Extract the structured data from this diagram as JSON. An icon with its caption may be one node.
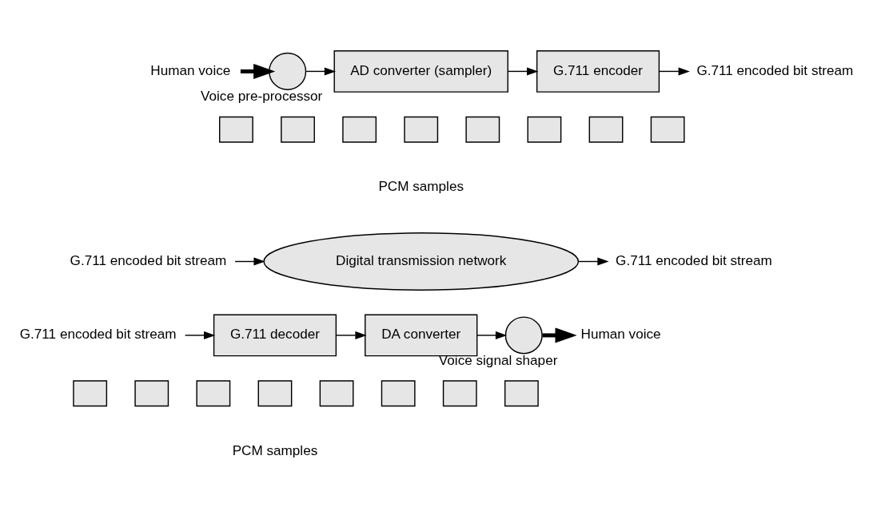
{
  "diagram": {
    "nodes": [
      {
        "text": [
          "Human voice"
        ]
      },
      {
        "text": [],
        "shape": "circle",
        "beside": [
          "Voice pre-processor"
        ]
      },
      {
        "text": [
          "AD converter (sampler)"
        ]
      },
      {
        "text": [
          "G.711 encoder"
        ]
      },
      {
        "text": [
          "G.711 encoded bit stream"
        ]
      },
      {
        "text": [],
        "shape": "box"
      },
      {
        "text": [],
        "shape": "box"
      },
      {
        "text": [],
        "shape": "box"
      },
      {
        "text": [],
        "shape": "box"
      },
      {
        "text": [],
        "shape": "box"
      },
      {
        "text": [],
        "shape": "box"
      },
      {
        "text": [],
        "shape": "box"
      },
      {
        "text": [],
        "shape": "box"
      },
      {
        "text": [
          "G.711 encoded bit stream"
        ]
      },
      {
        "text": [
          "Digital transmission network"
        ]
      },
      {
        "text": [
          "G.711 encoded bit stream"
        ]
      },
      {
        "text": [
          "G.711 encoded bit stream"
        ]
      },
      {
        "text": [
          "G.711 decoder"
        ]
      },
      {
        "text": [
          "DA converter"
        ]
      },
      {
        "text": [],
        "shape": "circle",
        "beside": [
          "Voice signal shaper"
        ]
      },
      {
        "text": [
          "Human voice"
        ]
      },
      {
        "text": [],
        "shape": "box"
      },
      {
        "text": [],
        "shape": "box"
      },
      {
        "text": [],
        "shape": "box"
      },
      {
        "text": [],
        "shape": "box"
      },
      {
        "text": [],
        "shape": "box"
      },
      {
        "text": [],
        "shape": "box"
      },
      {
        "text": [],
        "shape": "box"
      },
      {
        "text": [],
        "shape": "box"
      }
    ],
    "edges": [
      {
        "from": 0,
        "to": 1,
        "arrow": "to",
        "style": "thick"
      },
      {
        "from": 1,
        "to": 2,
        "arrow": "to"
      },
      {
        "from": 2,
        "to": 3,
        "arrow": "to"
      },
      {
        "from": 3,
        "to": 4,
        "arrow": "to"
      },
      {
        "from": 13,
        "to": 14,
        "arrow": "to"
      },
      {
        "from": 14,
        "to": 15,
        "arrow": "to"
      },
      {
        "from": 16,
        "to": 17,
        "arrow": "to"
      },
      {
        "from": 17,
        "to": 18,
        "arrow": "to"
      },
      {
        "from": 18,
        "to": 19,
        "arrow": "to"
      },
      {
        "from": 19,
        "to": 20,
        "arrow": "to",
        "style": "thick"
      }
    ],
    "labels": [
      "PCM samples",
      "PCM samples"
    ]
  }
}
